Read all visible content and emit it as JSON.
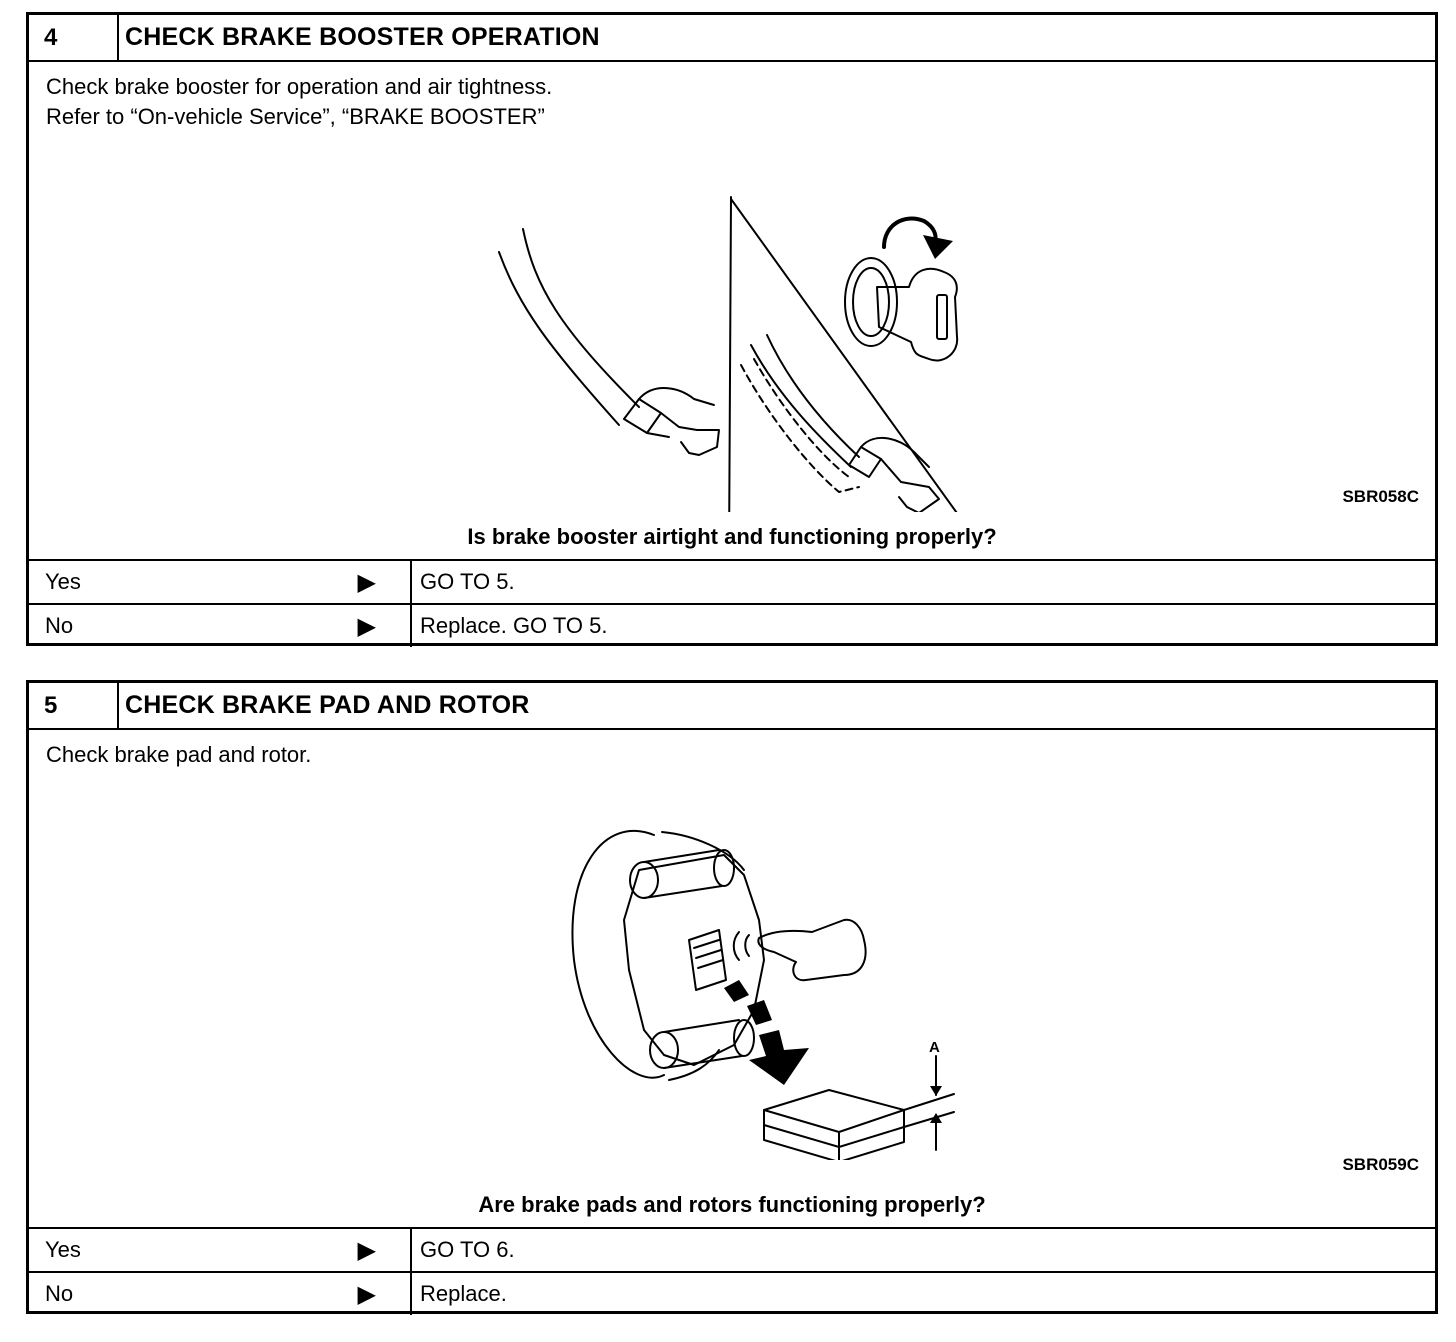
{
  "steps": [
    {
      "number": "4",
      "title": "CHECK BRAKE BOOSTER OPERATION",
      "instructions": [
        "Check brake booster for operation and air tightness.",
        "Refer to “On-vehicle Service”, “BRAKE BOOSTER”"
      ],
      "figure_code": "SBR058C",
      "question": "Is brake booster airtight and functioning properly?",
      "answers": [
        {
          "label": "Yes",
          "result": "GO TO 5."
        },
        {
          "label": "No",
          "result": "Replace. GO TO 5."
        }
      ]
    },
    {
      "number": "5",
      "title": "CHECK BRAKE PAD AND ROTOR",
      "instructions": [
        "Check brake pad and rotor."
      ],
      "figure_code": "SBR059C",
      "figure_label": "A",
      "question": "Are brake pads and rotors functioning properly?",
      "answers": [
        {
          "label": "Yes",
          "result": "GO TO 6."
        },
        {
          "label": "No",
          "result": "Replace."
        }
      ]
    }
  ],
  "arrow_icon": "right-triangle-icon"
}
